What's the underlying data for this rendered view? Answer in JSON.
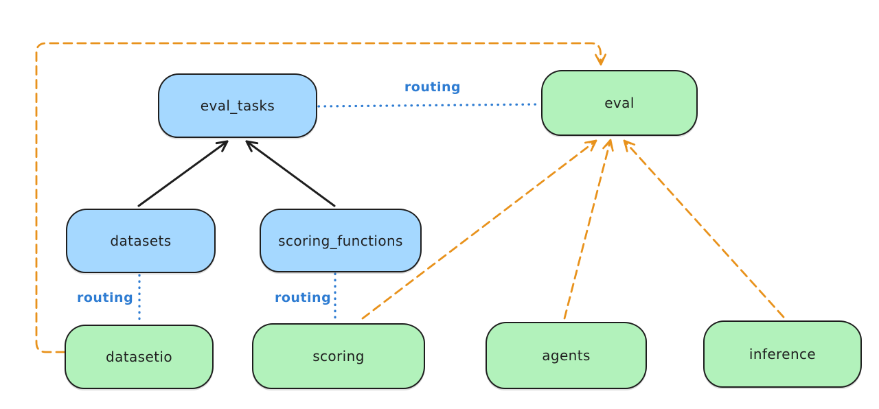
{
  "diagram": {
    "background": "#ffffff",
    "nodes": {
      "eval_tasks": {
        "label": "eval_tasks",
        "fill": "#a5d8ff"
      },
      "eval": {
        "label": "eval",
        "fill": "#b2f2bb"
      },
      "datasets": {
        "label": "datasets",
        "fill": "#a5d8ff"
      },
      "scoring_functions": {
        "label": "scoring_functions",
        "fill": "#a5d8ff"
      },
      "datasetio": {
        "label": "datasetio",
        "fill": "#b2f2bb"
      },
      "scoring": {
        "label": "scoring",
        "fill": "#b2f2bb"
      },
      "agents": {
        "label": "agents",
        "fill": "#b2f2bb"
      },
      "inference": {
        "label": "inference",
        "fill": "#b2f2bb"
      }
    },
    "edges": [
      {
        "from": "datasets",
        "to": "eval_tasks",
        "style": "solid-black-arrow"
      },
      {
        "from": "scoring_functions",
        "to": "eval_tasks",
        "style": "solid-black-arrow"
      },
      {
        "from": "eval_tasks",
        "to": "eval",
        "style": "dotted-blue",
        "label": "routing"
      },
      {
        "from": "datasets",
        "to": "datasetio",
        "style": "dotted-blue",
        "label": "routing"
      },
      {
        "from": "scoring_functions",
        "to": "scoring",
        "style": "dotted-blue",
        "label": "routing"
      },
      {
        "from": "scoring",
        "to": "eval",
        "style": "dashed-orange-arrow"
      },
      {
        "from": "agents",
        "to": "eval",
        "style": "dashed-orange-arrow"
      },
      {
        "from": "inference",
        "to": "eval",
        "style": "dashed-orange-arrow"
      },
      {
        "from": "datasetio",
        "to": "eval",
        "style": "dashed-orange-arrow"
      }
    ],
    "colors": {
      "node_stroke": "#1e1e1e",
      "blue_fill": "#a5d8ff",
      "green_fill": "#b2f2bb",
      "black_arrow": "#1e1e1e",
      "orange_dashed": "#e8921c",
      "blue_dotted": "#2e7cd2",
      "routing_text": "#2e7cd2"
    }
  }
}
